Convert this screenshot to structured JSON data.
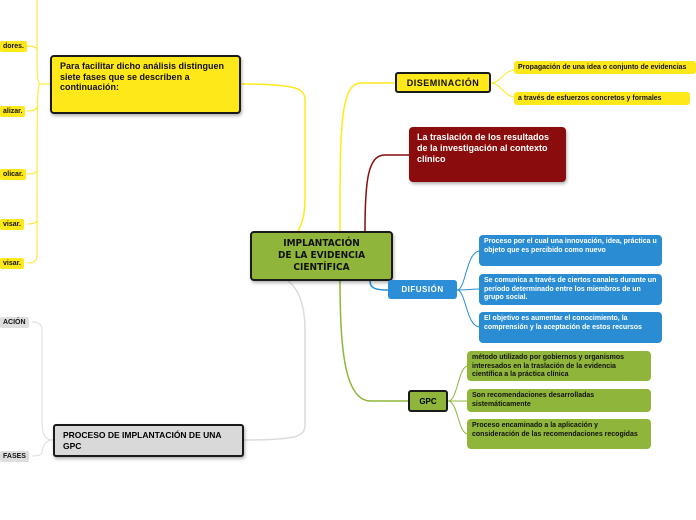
{
  "center": {
    "line1": "IMPLANTACIÓN",
    "line2": "DE LA EVIDENCIA CIENTÍFICA"
  },
  "diseminacion": {
    "label": "DISEMINACIÓN",
    "children": [
      "Propagación de una idea o conjunto de evidencias",
      "a través de esfuerzos concretos y formales"
    ]
  },
  "traslacion": {
    "label": "La traslación de los resultados de la investigación al contexto clínico"
  },
  "difusion": {
    "label": "DIFUSIÓN",
    "children": [
      "Proceso por el cual una innovación, idea, práctica u objeto que es percibido como nuevo",
      "Se comunica a través de ciertos canales durante un período determinado entre los miembros de un grupo social.",
      "El objetivo es aumentar el conocimiento, la comprensión y la aceptación de estos recursos"
    ]
  },
  "gpc": {
    "label": "GPC",
    "children": [
      "método utilizado por gobiernos y organismos interesados en la traslación de la evidencia científica a la práctica clínica",
      "Son recomendaciones desarrolladas sistemáticamente",
      "Proceso encaminado a la aplicación y consideración de las recomendaciones recogidas"
    ]
  },
  "left_top": {
    "label": "Para facilitar dicho análisis distinguen siete fases que se describen a continuación:",
    "cut_items": [
      "dores.",
      "alizar.",
      "olicar.",
      "visar.",
      "visar."
    ]
  },
  "left_bottom": {
    "label": "PROCESO DE IMPLANTACIÓN DE UNA GPC",
    "cut_items": [
      "ACIÓN",
      "FASES"
    ]
  },
  "colors": {
    "yellow": "#ffe81a",
    "dark_red": "#8b0c0c",
    "blue": "#2a8dd4",
    "green": "#8fb63a",
    "gray": "#d9d9d9"
  }
}
